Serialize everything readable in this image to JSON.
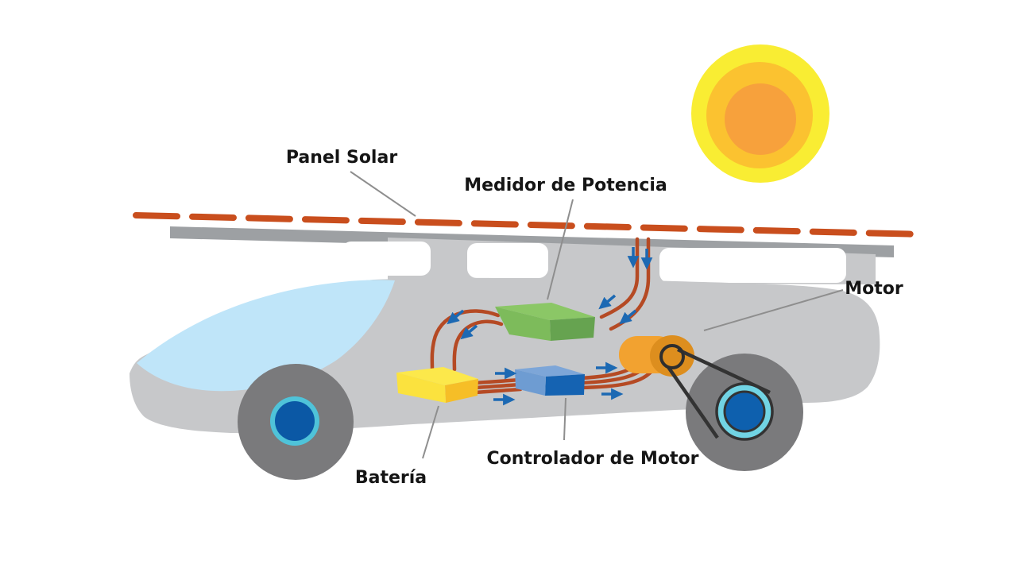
{
  "diagram": {
    "kind": "solar-car-energy-flow",
    "language": "es",
    "labels": {
      "panel_solar": "Panel Solar",
      "medidor": "Medidor de Potencia",
      "motor": "Motor",
      "bateria": "Batería",
      "controlador": "Controlador de Motor"
    },
    "components": [
      {
        "name": "Panel Solar",
        "depiction": "dashed red-orange cell strip on gray board above car"
      },
      {
        "name": "Medidor de Potencia",
        "depiction": "green 3D box",
        "color": "#8bc766"
      },
      {
        "name": "Batería",
        "depiction": "yellow 3D box",
        "color": "#fce84b"
      },
      {
        "name": "Controlador de Motor",
        "depiction": "blue 3D box",
        "color": "#1563b2"
      },
      {
        "name": "Motor",
        "depiction": "orange cylinder with belt to rear wheel",
        "color": "#f2a230"
      }
    ],
    "flow": "Panel Solar → Medidor de Potencia → Batería → Controlador de Motor → Motor",
    "colors": {
      "car_body": "#c7c8ca",
      "panel_board": "#9da0a3",
      "panel_cells": "#c94e1d",
      "windshield": "#bfe5f9",
      "wheel": "#7a7a7c",
      "wheel_ring_cyan": "#4fc3d9",
      "wheel_hub_blue": "#0b58a5",
      "wire": "#b54a24",
      "flow_arrow_blue": "#1c69b3",
      "sun_outer": "#f9ed33",
      "sun_mid": "#fbc230",
      "sun_inner": "#f7a13c",
      "box_green_top": "#8bc766",
      "box_green_side": "#66a350",
      "box_yellow_top": "#fce84b",
      "box_yellow_side": "#f6be27",
      "box_blue_top": "#7da6d8",
      "box_blue_side": "#1563b2",
      "motor_body": "#f2a230",
      "motor_cap": "#dd8e1e",
      "belt": "#333333"
    }
  }
}
